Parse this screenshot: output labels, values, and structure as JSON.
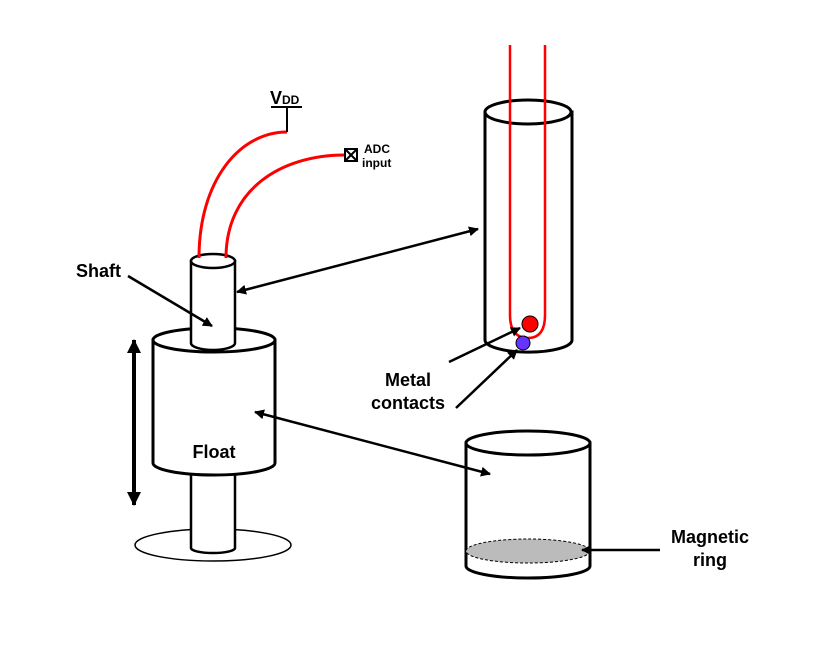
{
  "labels": {
    "vdd_main": "V",
    "vdd_sub": "DD",
    "adc_line1": "ADC",
    "adc_line2": "input",
    "shaft": "Shaft",
    "float": "Float",
    "metal_line1": "Metal",
    "metal_line2": "contacts",
    "magnetic_line1": "Magnetic",
    "magnetic_line2": "ring"
  },
  "colors": {
    "wire": "#ff0000",
    "contact_top": "#ff0000",
    "contact_bottom": "#6633ff",
    "ring": "#bbbbbb"
  }
}
